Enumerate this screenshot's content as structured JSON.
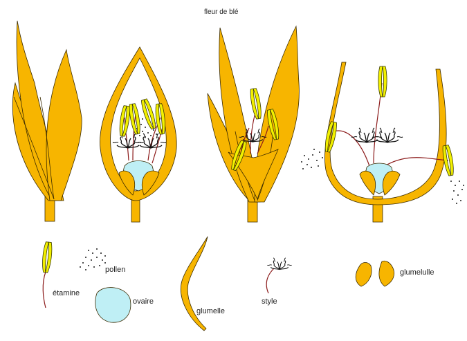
{
  "title": "fleur de blé",
  "legend": {
    "etamine": "étamine",
    "pollen": "pollen",
    "ovaire": "ovaire",
    "glumelle": "glumelle",
    "style": "style",
    "glumelulle": "glumelulle"
  },
  "colors": {
    "glume": "#F7B500",
    "glume_stroke": "#3a2a00",
    "anther": "#F2F000",
    "filament": "#8B1A1A",
    "ovary": "#BFEFF5",
    "pollen": "#1a1a1a"
  },
  "stages": [
    "closed-flower",
    "flower-section-closed",
    "flower-opening",
    "flower-section-open"
  ]
}
